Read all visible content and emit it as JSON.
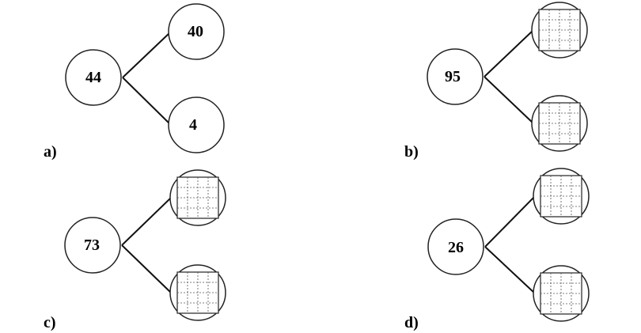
{
  "diagrams": [
    {
      "label": "a)",
      "whole": "44",
      "parts": [
        "40",
        "4"
      ]
    },
    {
      "label": "b)",
      "whole": "95",
      "parts": [
        "",
        ""
      ]
    },
    {
      "label": "c)",
      "whole": "73",
      "parts": [
        "",
        ""
      ]
    },
    {
      "label": "d)",
      "whole": "26",
      "parts": [
        "",
        ""
      ]
    }
  ]
}
